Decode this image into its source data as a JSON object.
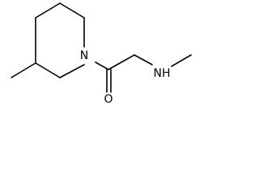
{
  "molecule": {
    "atoms": [
      {
        "id": "n1",
        "label": "N"
      },
      {
        "id": "o1",
        "label": "O"
      },
      {
        "id": "nh1",
        "label": "NH"
      }
    ]
  }
}
